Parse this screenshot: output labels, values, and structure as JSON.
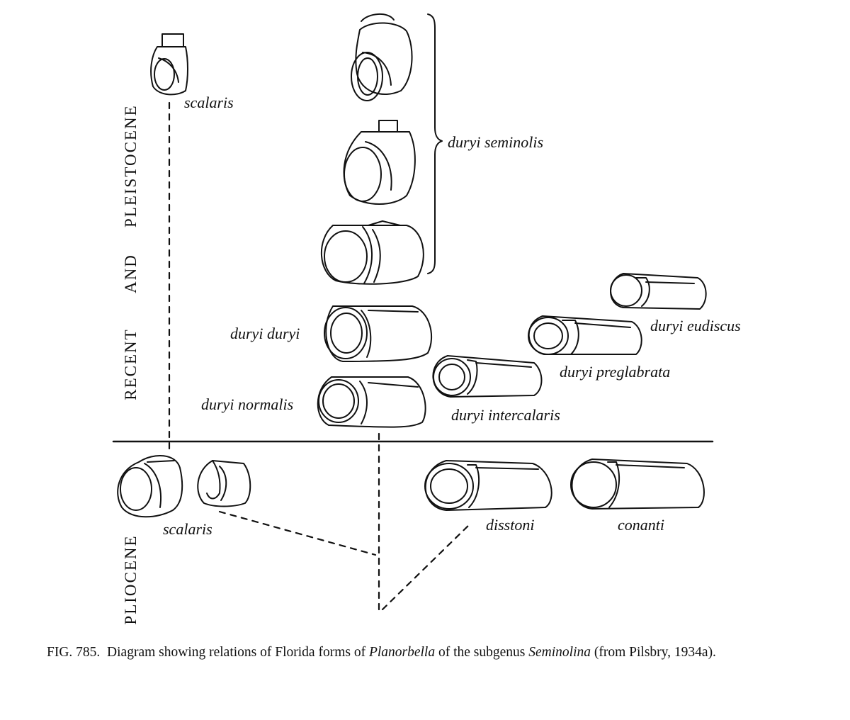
{
  "labels": {
    "scalaris_top": "scalaris",
    "duryi_seminolis": "duryi seminolis",
    "duryi_duryi": "duryi duryi",
    "duryi_normalis": "duryi normalis",
    "duryi_eudiscus": "duryi eudiscus",
    "duryi_preglabrata": "duryi preglabrata",
    "duryi_intercalaris": "duryi intercalaris",
    "scalaris_bottom": "scalaris",
    "disstoni": "disstoni",
    "conanti": "conanti"
  },
  "eras": {
    "recent": "RECENT",
    "and": "AND",
    "pleistocene": "PLEISTOCENE",
    "pliocene": "PLIOCENE"
  },
  "caption": {
    "prefix": "FIG. 785.",
    "part1": "Diagram showing relations of Florida forms of",
    "genus": "Planorbella",
    "part2": "of the subgenus",
    "subgenus": "Seminolina",
    "part3": "(from Pilsbry, 1934a)."
  }
}
